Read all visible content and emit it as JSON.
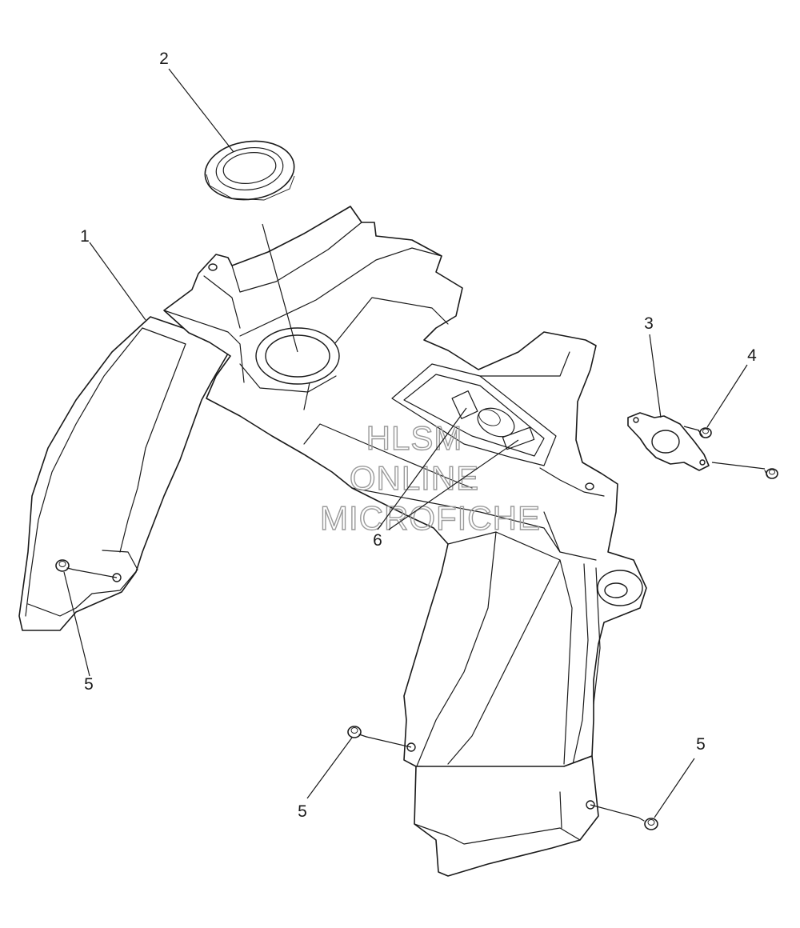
{
  "callouts": [
    {
      "id": "1",
      "label": "1"
    },
    {
      "id": "2",
      "label": "2"
    },
    {
      "id": "3",
      "label": "3"
    },
    {
      "id": "4",
      "label": "4"
    },
    {
      "id": "5a",
      "label": "5"
    },
    {
      "id": "5b",
      "label": "5"
    },
    {
      "id": "5c",
      "label": "5"
    },
    {
      "id": "6",
      "label": "6"
    }
  ],
  "watermark": {
    "line1": "HLSM",
    "line2": "ONLINE",
    "line3": "MICROFICHE"
  }
}
